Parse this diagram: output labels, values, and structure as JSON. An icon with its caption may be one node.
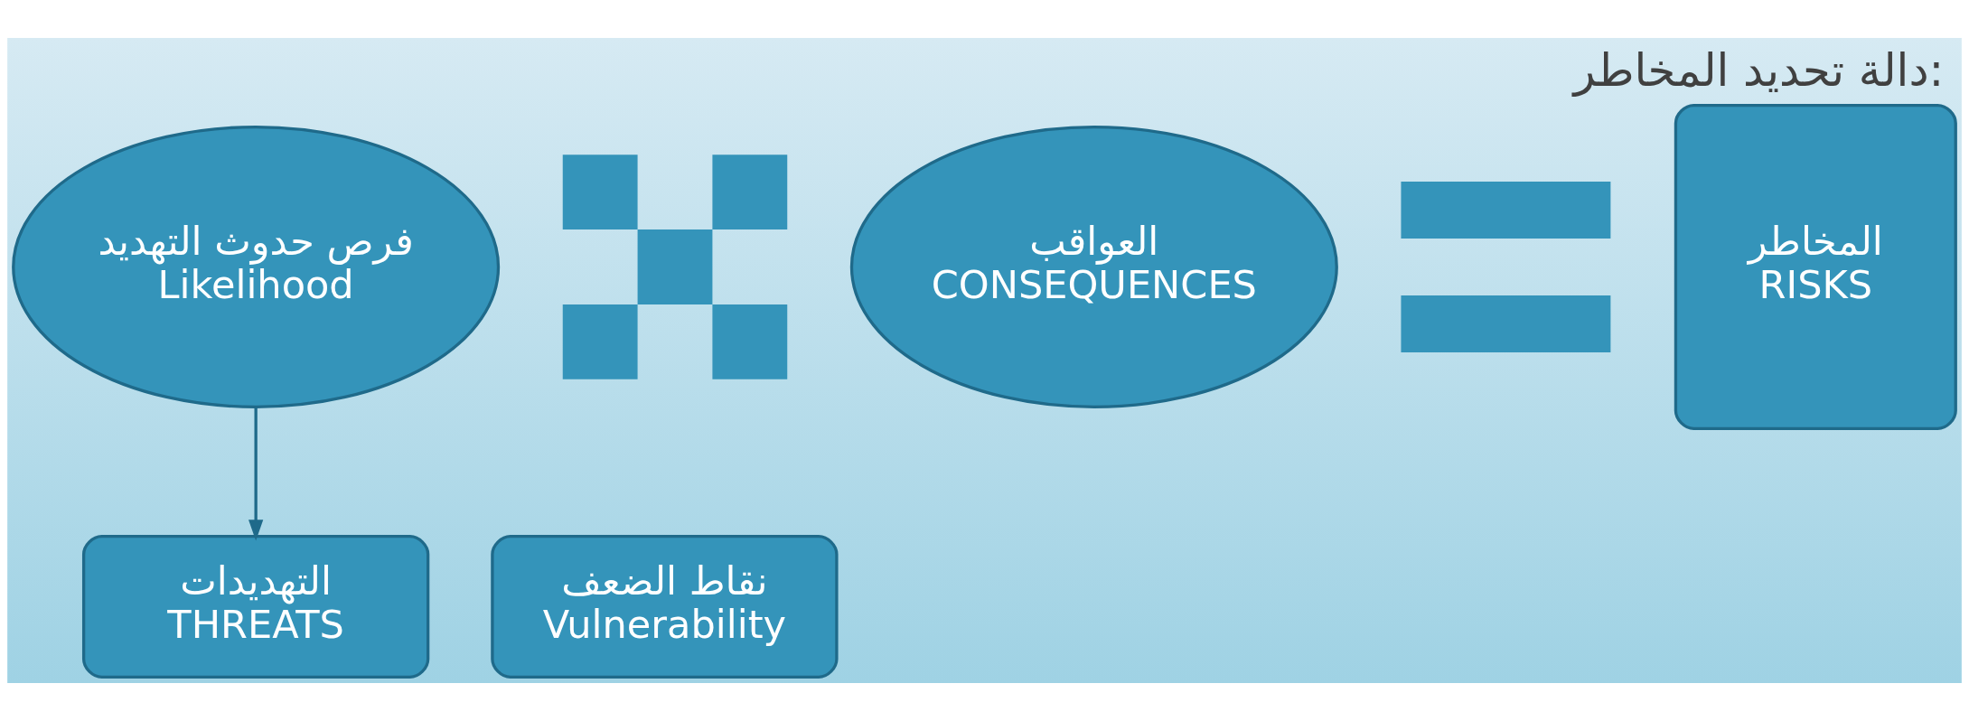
{
  "diagram": {
    "title": "دالة تحديد المخاطر:",
    "nodes": [
      {
        "text": [
          "فرص حدوث التهديد",
          "Likelihood"
        ]
      },
      {
        "text": [],
        "shape": "cross"
      },
      {
        "text": [
          "العواقب",
          "CONSEQUENCES"
        ]
      },
      {
        "text": [],
        "shape": "equals"
      },
      {
        "text": [
          "المخاطر",
          "RISKS"
        ]
      },
      {
        "text": [
          "التهديدات",
          "THREATS"
        ]
      },
      {
        "text": [
          "نقاط الضعف",
          "Vulnerability"
        ]
      }
    ],
    "edges": [
      {
        "from": 0,
        "to": 5,
        "arrow": "to"
      }
    ]
  }
}
